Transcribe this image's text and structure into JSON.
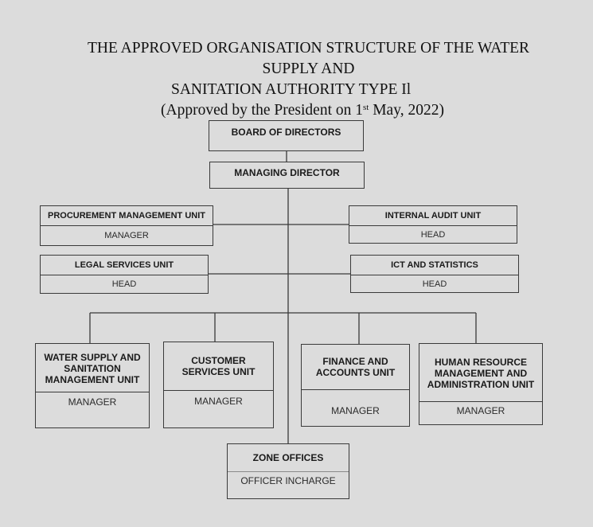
{
  "title": {
    "line1": "THE APPROVED ORGANISATION STRUCTURE OF THE WATER",
    "line2": "SUPPLY AND",
    "line3": "SANITATION AUTHORITY TYPE Il",
    "line4_prefix": "(Approved by the President on 1",
    "line4_sup": "st",
    "line4_suffix": " May, 2022)"
  },
  "board": {
    "label": "BOARD OF DIRECTORS"
  },
  "md": {
    "label": "MANAGING DIRECTOR"
  },
  "procurement": {
    "label": "PROCUREMENT MANAGEMENT UNIT",
    "head": "MANAGER"
  },
  "audit": {
    "label": "INTERNAL AUDIT UNIT",
    "head": "HEAD"
  },
  "legal": {
    "label": "LEGAL SERVICES UNIT",
    "head": "HEAD"
  },
  "ict": {
    "label": "ICT AND STATISTICS",
    "head": "HEAD"
  },
  "water": {
    "label": "WATER SUPPLY AND SANITATION MANAGEMENT UNIT",
    "head": "MANAGER"
  },
  "customer": {
    "label": "CUSTOMER SERVICES UNIT",
    "head": "MANAGER"
  },
  "finance": {
    "label": "FINANCE AND ACCOUNTS UNIT",
    "head": "MANAGER"
  },
  "hr": {
    "label": "HUMAN RESOURCE MANAGEMENT AND ADMINISTRATION UNIT",
    "head": "MANAGER"
  },
  "zone": {
    "label": "ZONE OFFICES",
    "head": "OFFICER INCHARGE"
  }
}
